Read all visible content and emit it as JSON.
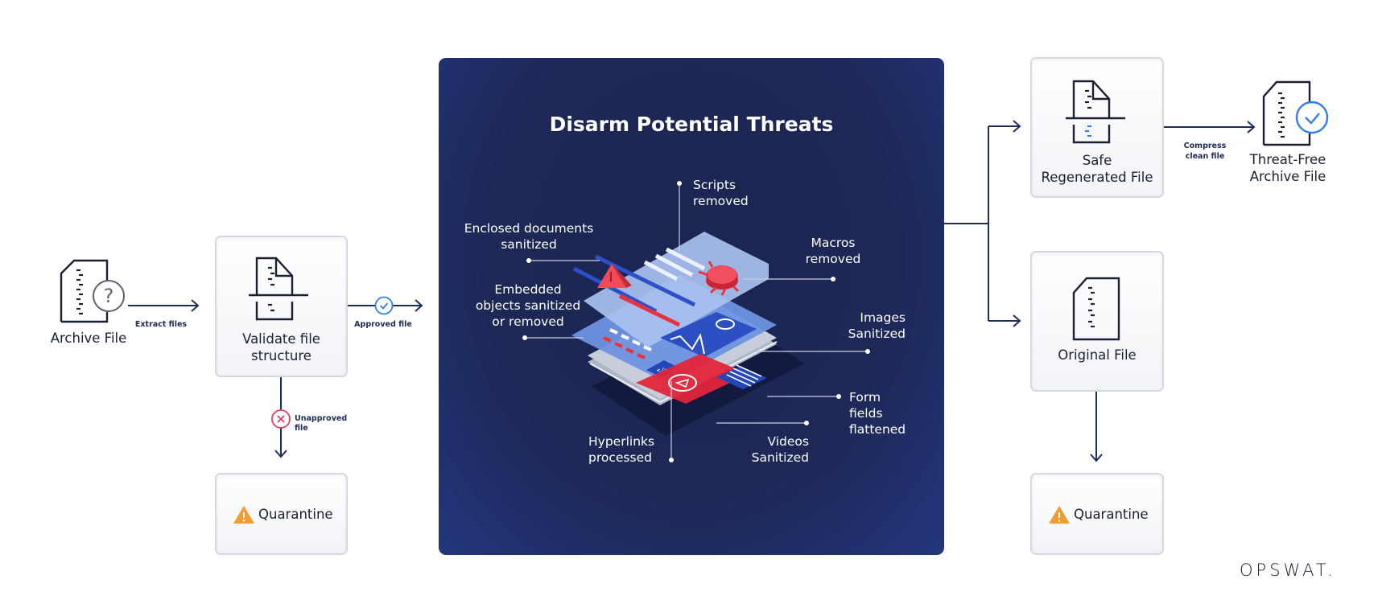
{
  "nodes": {
    "archive_file": {
      "label": "Archive File",
      "icon": "archive-file-question-icon"
    },
    "validate": {
      "label_line1": "Validate file",
      "label_line2": "structure",
      "icon": "file-scan-icon"
    },
    "quarantine_left": {
      "label": "Quarantine",
      "icon": "warning-triangle-icon"
    },
    "safe_regenerated": {
      "label_line1": "Safe",
      "label_line2": "Regenerated File",
      "icon": "file-scan-clean-icon"
    },
    "threat_free": {
      "label_line1": "Threat-Free",
      "label_line2": "Archive File",
      "icon": "archive-file-check-icon"
    },
    "original_file": {
      "label": "Original File",
      "icon": "archive-file-icon"
    },
    "quarantine_right": {
      "label": "Quarantine",
      "icon": "warning-triangle-icon"
    }
  },
  "edges": {
    "extract": "Extract files",
    "approved": "Approved file",
    "unapproved": "Unapproved file",
    "compress_line1": "Compress",
    "compress_line2": "clean file"
  },
  "panel": {
    "title": "Disarm Potential Threats",
    "callouts": {
      "scripts": [
        "Scripts",
        "removed"
      ],
      "enclosed": [
        "Enclosed documents",
        "sanitized"
      ],
      "macros": [
        "Macros",
        "removed"
      ],
      "embedded": [
        "Embedded",
        "objects sanitized",
        "or removed"
      ],
      "images": [
        "Images",
        "Sanitized"
      ],
      "form": [
        "Form",
        "fields",
        "flattened"
      ],
      "hyperlinks": [
        "Hyperlinks",
        "processed"
      ],
      "videos": [
        "Videos",
        "Sanitized"
      ]
    }
  },
  "brand": {
    "logo": "OPSWAT."
  },
  "colors": {
    "navy_line": "#1e2d5c",
    "panel_bg": "#1d2856",
    "check_blue": "#2f7ff0",
    "reject_red": "#e83a5c",
    "warning_orange": "#f29b30",
    "threat_red": "#e8333f"
  }
}
